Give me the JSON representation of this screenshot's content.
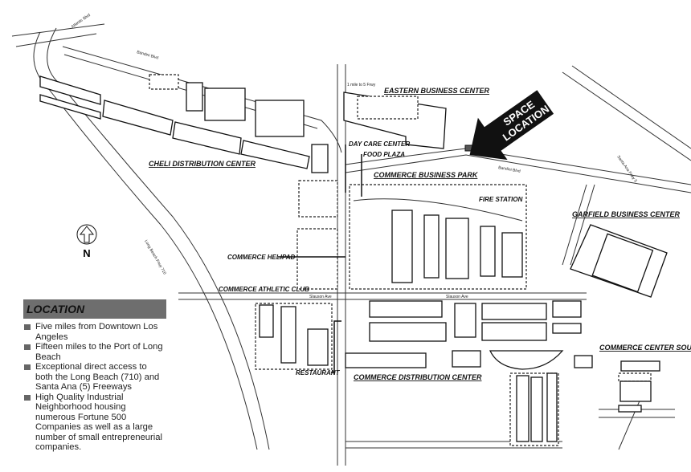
{
  "map": {
    "space_location": {
      "line1": "SPACE",
      "line2": "LOCATION"
    },
    "areas": {
      "eastern": "EASTERN BUSINESS CENTER",
      "cheli": "CHELI DISTRIBUTION CENTER",
      "commerce_park": "COMMERCE BUSINESS PARK",
      "garfield": "GARFIELD BUSINESS CENTER",
      "commerce_dist": "COMMERCE DISTRIBUTION CENTER",
      "commerce_south": "COMMERCE CENTER SOUTH"
    },
    "landmarks": {
      "day_care": "DAY CARE CENTER",
      "food_plaza": "FOOD PLAZA",
      "fire_station": "FIRE STATION",
      "helipad": "COMMERCE HELIPAD",
      "athletic_club": "COMMERCE ATHLETIC CLUB",
      "restaurant": "RESTAURANT"
    },
    "streets": {
      "bandini_w": "Bandini Blvd",
      "bandini_e": "Bandini Blvd",
      "atlantic": "Atlantic Blvd",
      "long_beach": "Long Beach Frwy 710",
      "santa_ana": "Santa Ana Frwy 5",
      "slauson_w": "Slauson Ave",
      "slauson_e": "Slauson Ave",
      "to5": "1 mile to 5 Frwy"
    },
    "north": "N"
  },
  "location": {
    "title": "LOCATION",
    "items": [
      "Five miles from Downtown Los Angeles",
      "Fifteen miles to the Port of Long Beach",
      "Exceptional direct access to both the Long Beach (710) and Santa Ana (5) Freeways",
      "High Quality Industrial Neighborhood housing numerous Fortune 500 Companies as well as a large number of small entrepreneurial companies."
    ]
  }
}
